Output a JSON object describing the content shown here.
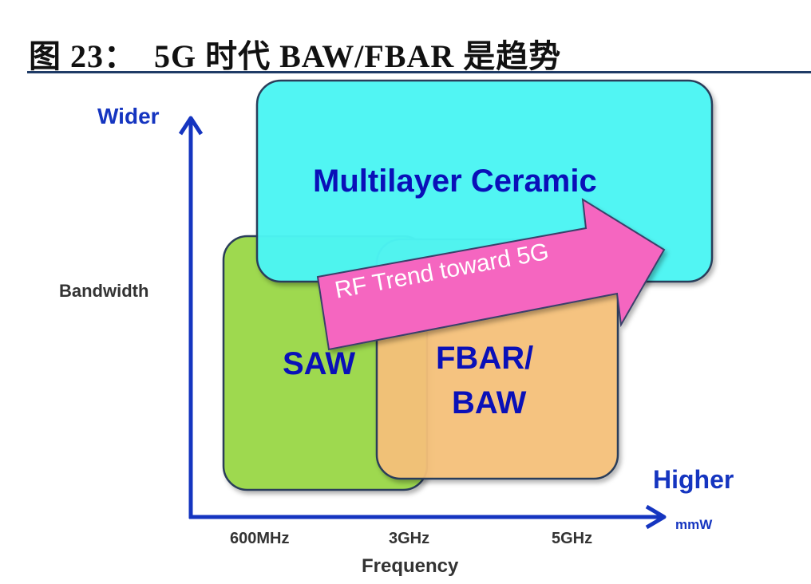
{
  "figure": {
    "title": "图 23：  5G 时代 BAW/FBAR 是趋势"
  },
  "axes": {
    "y_top_label": "Wider",
    "y_label": "Bandwidth",
    "x_right_label": "Higher",
    "x_right_sublabel": "mmW",
    "x_label": "Frequency",
    "x_ticks": [
      "600MHz",
      "3GHz",
      "5GHz"
    ]
  },
  "regions": [
    {
      "name": "Multilayer Ceramic",
      "label": "Multilayer Ceramic",
      "color": "#4cf6f4"
    },
    {
      "name": "SAW",
      "label": "SAW",
      "color": "#9ed94f"
    },
    {
      "name": "FBAR/BAW",
      "label_line1": "FBAR/",
      "label_line2": "BAW",
      "color": "#f6c27a"
    }
  ],
  "trend_arrow": {
    "label": "RF Trend toward 5G",
    "color": "#f566c0"
  },
  "colors": {
    "axis": "#1535c0",
    "title_rule": "#1f3b66",
    "box_border": "#2b3e5a"
  }
}
